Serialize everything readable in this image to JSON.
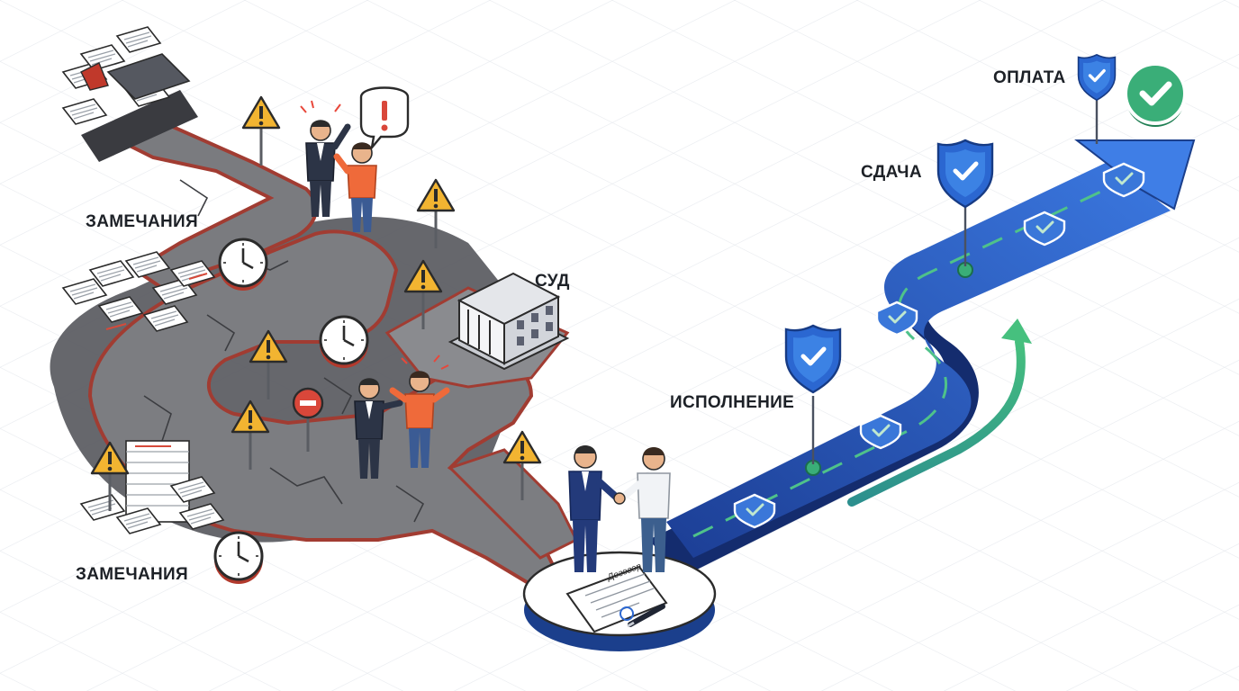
{
  "labels": {
    "remarks_top": "ЗАМЕЧАНИЯ",
    "remarks_bottom": "ЗАМЕЧАНИЯ",
    "court": "СУД",
    "execution": "ИСПОЛНЕНИЕ",
    "delivery": "СДАЧА",
    "payment": "ОПЛАТА"
  },
  "document": {
    "title": "Договор"
  },
  "colors": {
    "blue_road": "#2a5bc0",
    "blue_dark": "#1b3f8c",
    "green_accent": "#3aae78",
    "warning_yellow": "#f2b431",
    "rough_road": "#6e6e70",
    "edge_red": "#a13c32",
    "person_orange": "#ef6a3a"
  },
  "icons": [
    "warning-sign-icon",
    "clock-icon",
    "exclamation-bubble-icon",
    "no-entry-sign-icon",
    "courthouse-icon",
    "handshake-icon",
    "contract-document-icon",
    "pen-icon",
    "shield-check-icon",
    "check-circle-icon",
    "up-arrow-icon",
    "paper-stack-icon"
  ]
}
